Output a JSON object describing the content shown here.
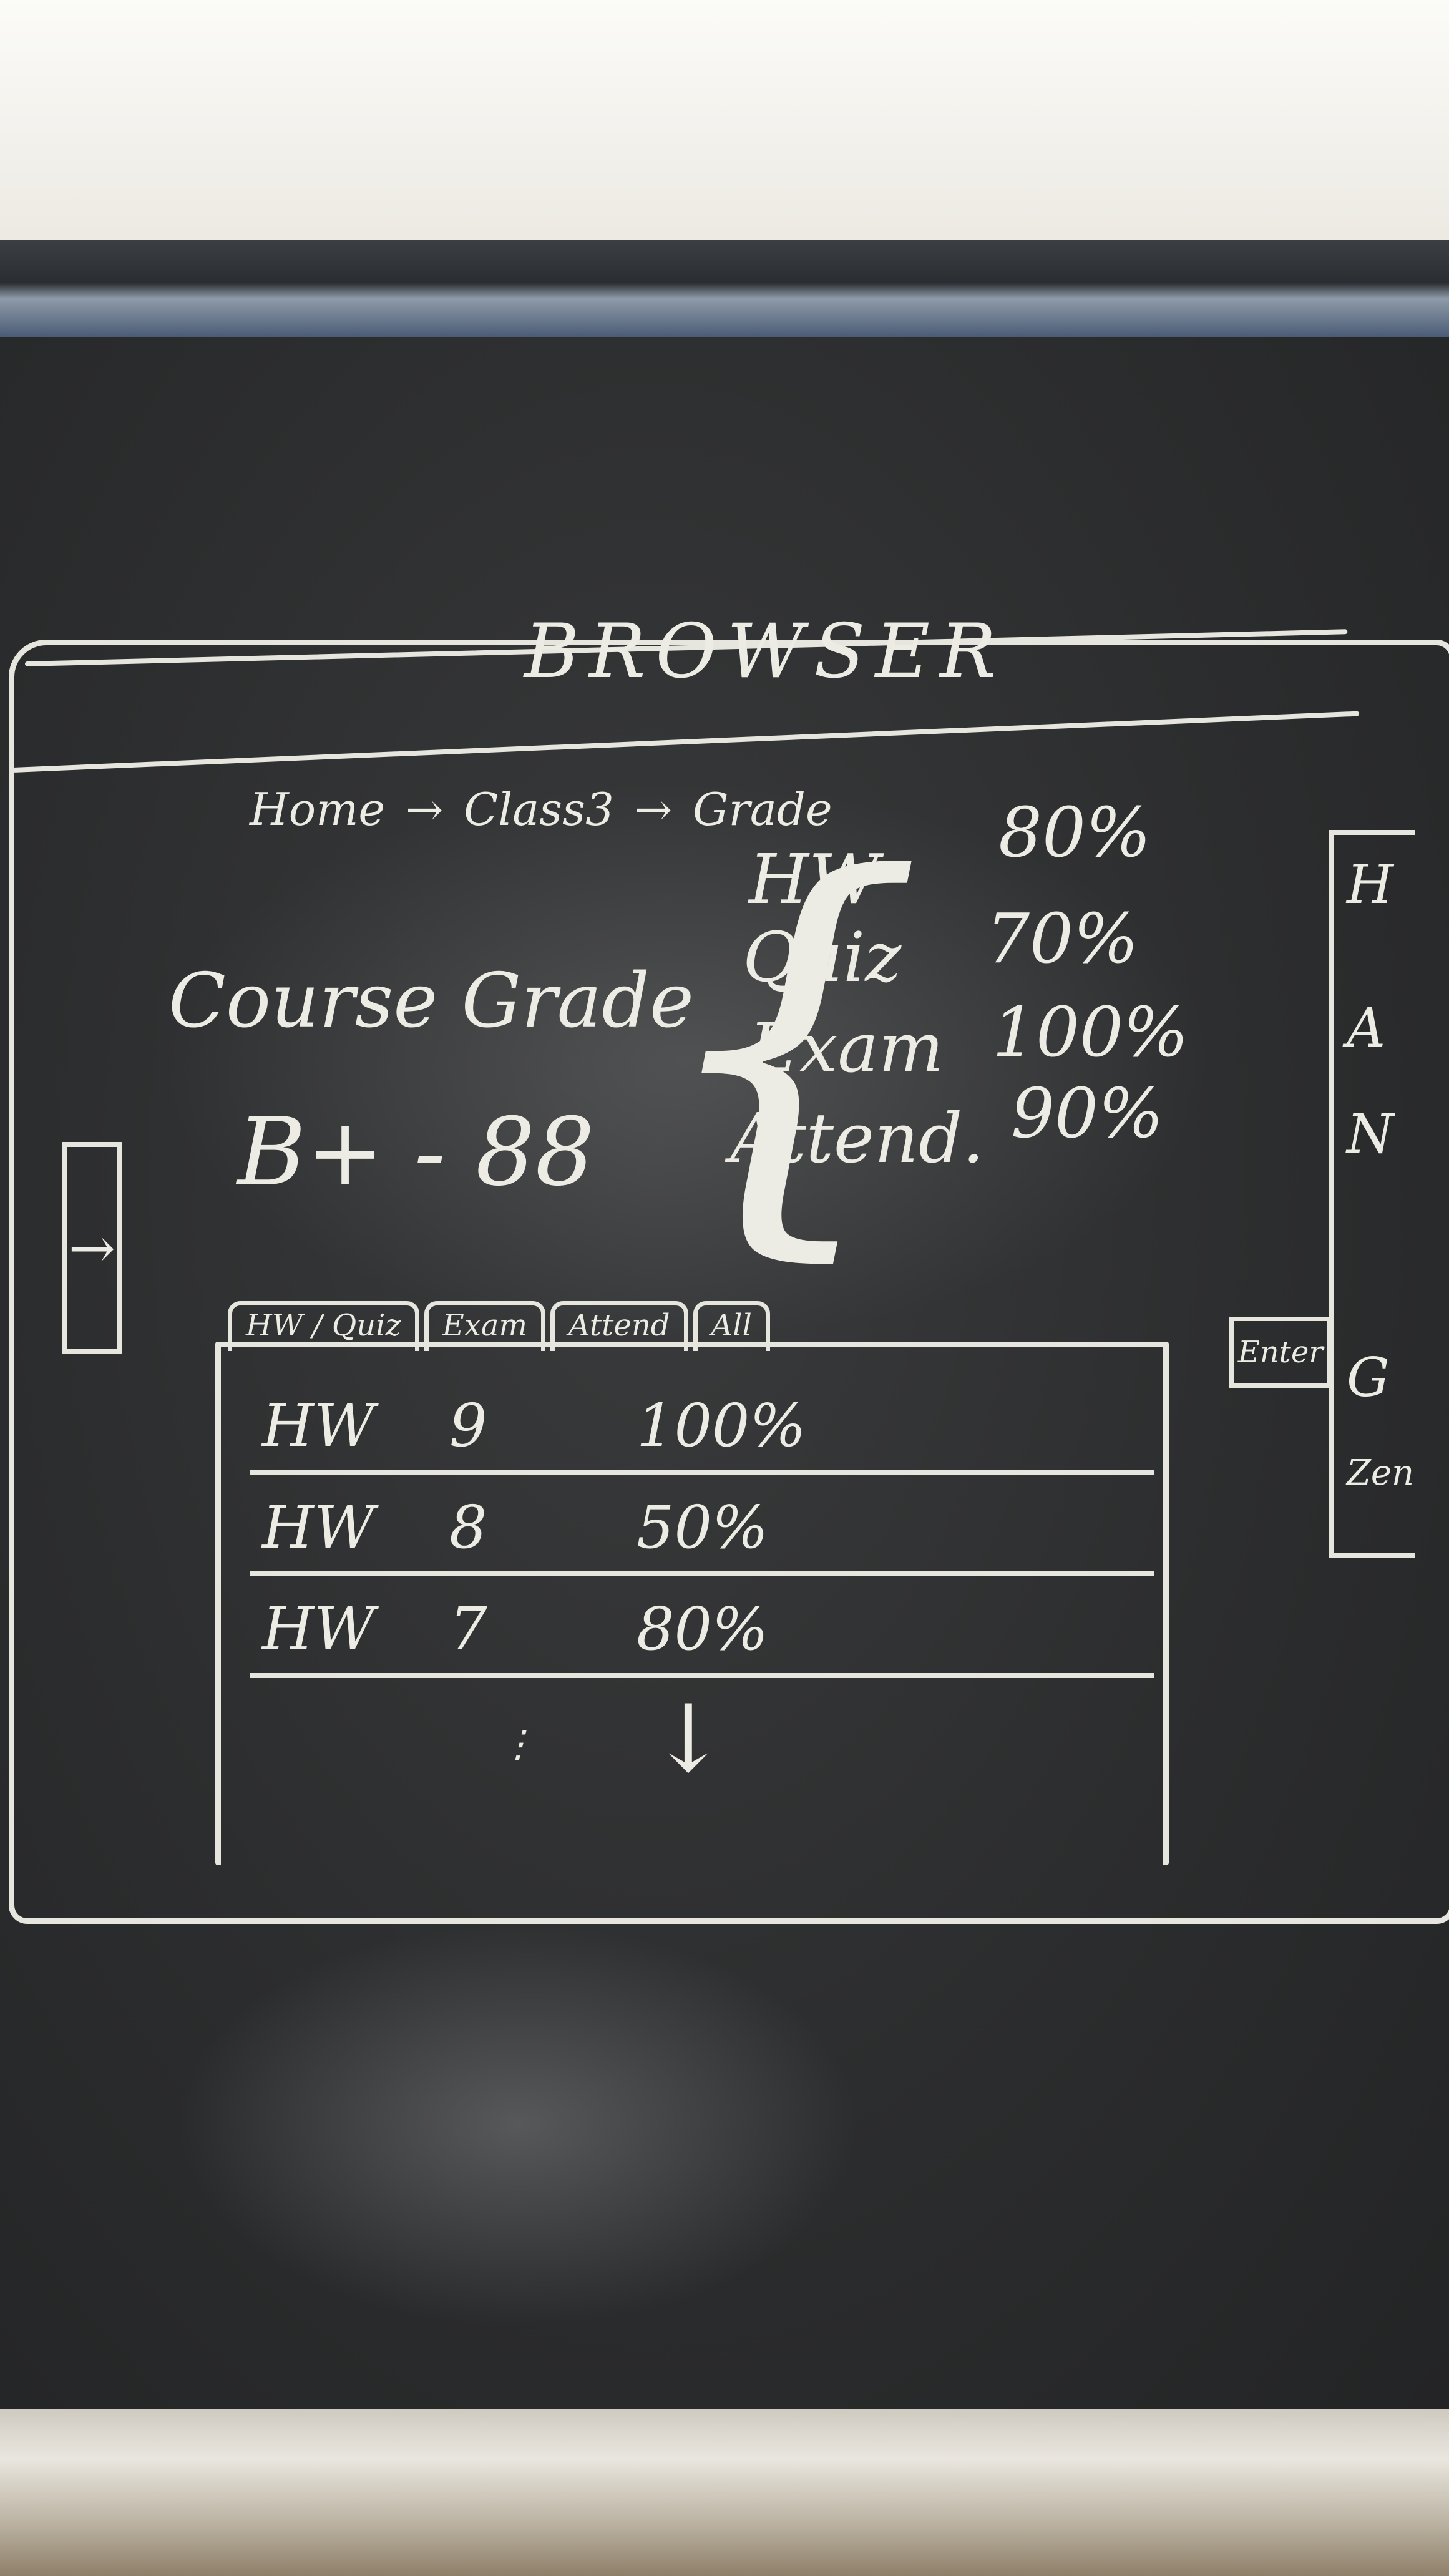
{
  "browser": {
    "title": "BROWSER"
  },
  "breadcrumb": {
    "home": "Home",
    "arrow1": "→",
    "class": "Class3",
    "arrow2": "→",
    "grade": "Grade"
  },
  "course_grade": {
    "label": "Course Grade",
    "value": "B+ - 88"
  },
  "summary": [
    {
      "name": "HW",
      "pct": "80%"
    },
    {
      "name": "Quiz",
      "pct": "70%"
    },
    {
      "name": "Exam",
      "pct": "100%"
    },
    {
      "name": "Attend.",
      "pct": "90%"
    }
  ],
  "tabs": [
    "HW",
    "Quiz",
    "Exam",
    "Attend",
    "All"
  ],
  "rows": [
    {
      "type": "HW",
      "num": "9",
      "score": "100%"
    },
    {
      "type": "HW",
      "num": "8",
      "score": "50%"
    },
    {
      "type": "HW",
      "num": "7",
      "score": "80%"
    }
  ],
  "more_arrow": "↓",
  "dots": "⋮",
  "side_arrow": "→",
  "right_panel": {
    "items": [
      "H",
      "A",
      "N",
      "G",
      "Zen"
    ],
    "enter": "Enter"
  }
}
